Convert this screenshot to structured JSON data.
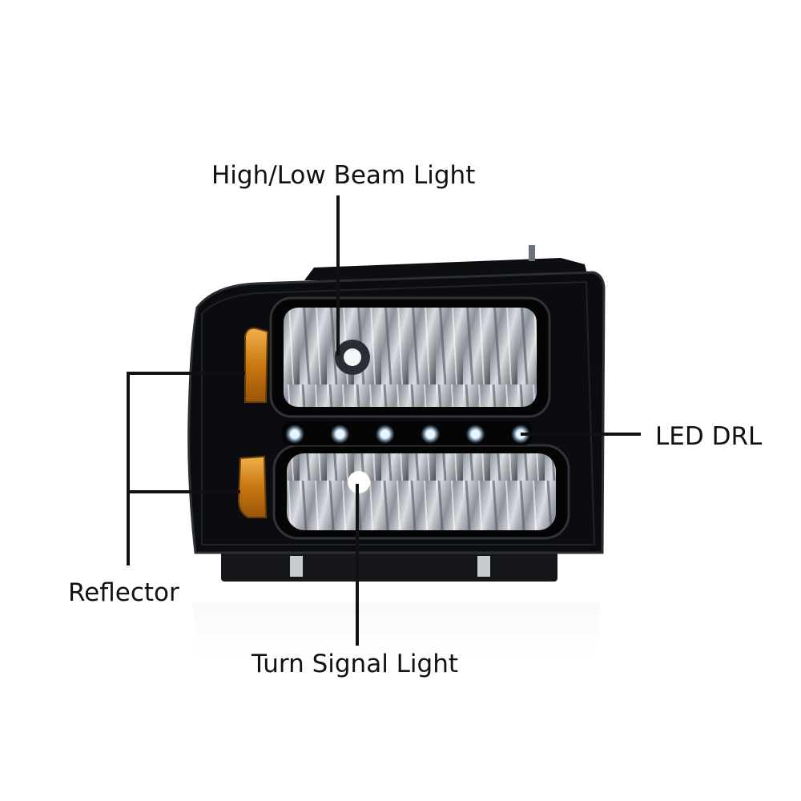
{
  "callouts": {
    "high_low_beam": "High/Low Beam Light",
    "led_drl": "LED DRL",
    "reflector": "Reflector",
    "turn_signal": "Turn Signal Light"
  },
  "colors": {
    "housing": "#0b0c0f",
    "housing_edge": "#2b2e35",
    "amber": "#d48a1c",
    "chrome": "#b9bec6",
    "led": "#eaf6ff",
    "leader_line": "#111111",
    "background": "#ffffff"
  },
  "led_count": 6
}
